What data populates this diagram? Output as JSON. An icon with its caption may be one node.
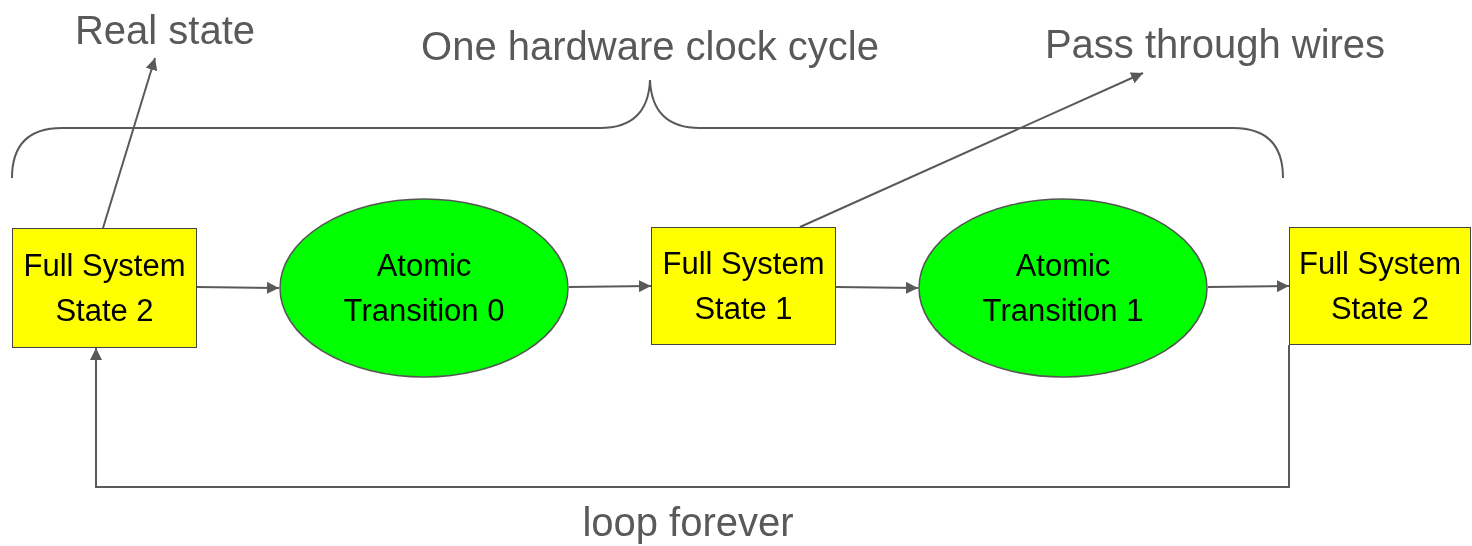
{
  "diagram": {
    "nodes": [
      {
        "text": [
          "Real state"
        ]
      },
      {
        "text": [
          "Pass through wires"
        ]
      },
      {
        "text": [
          "Full System State 2"
        ]
      },
      {
        "text": [
          "Atomic Transition 0"
        ]
      },
      {
        "text": [
          "Full System State 1"
        ]
      },
      {
        "text": [
          "Atomic Transition 1"
        ]
      },
      {
        "text": [
          "Full System State 2"
        ]
      }
    ],
    "edges": [
      {
        "from": 2,
        "to": 0,
        "arrow": "to"
      },
      {
        "from": 4,
        "to": 1,
        "arrow": "to"
      },
      {
        "from": 2,
        "to": 3,
        "arrow": "to"
      },
      {
        "from": 3,
        "to": 4,
        "arrow": "to"
      },
      {
        "from": 4,
        "to": 5,
        "arrow": "to"
      },
      {
        "from": 5,
        "to": 6,
        "arrow": "to"
      },
      {
        "from": 6,
        "to": 2,
        "arrow": "to",
        "label": "loop forever"
      }
    ],
    "labels": [
      "One hardware clock cycle"
    ]
  }
}
